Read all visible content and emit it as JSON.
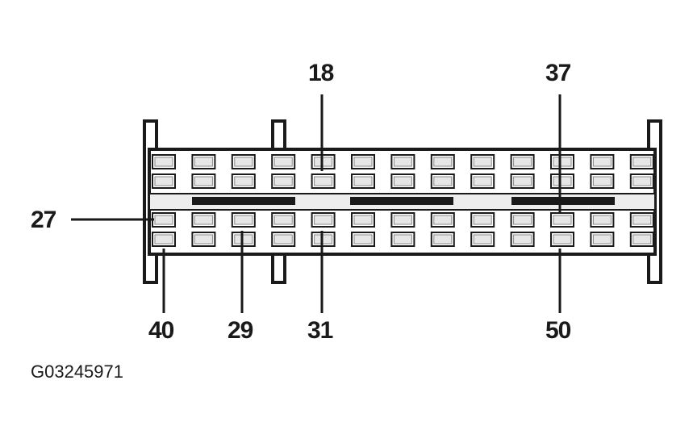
{
  "figure_id": "G03245971",
  "colors": {
    "ink": "#1a1a1a",
    "terminal_fill": "#e6e6e6",
    "strip_fill": "#ededed"
  },
  "pin_labels": {
    "p18": "18",
    "p37": "37",
    "p27": "27",
    "p40": "40",
    "p29": "29",
    "p31": "31",
    "p50": "50"
  }
}
